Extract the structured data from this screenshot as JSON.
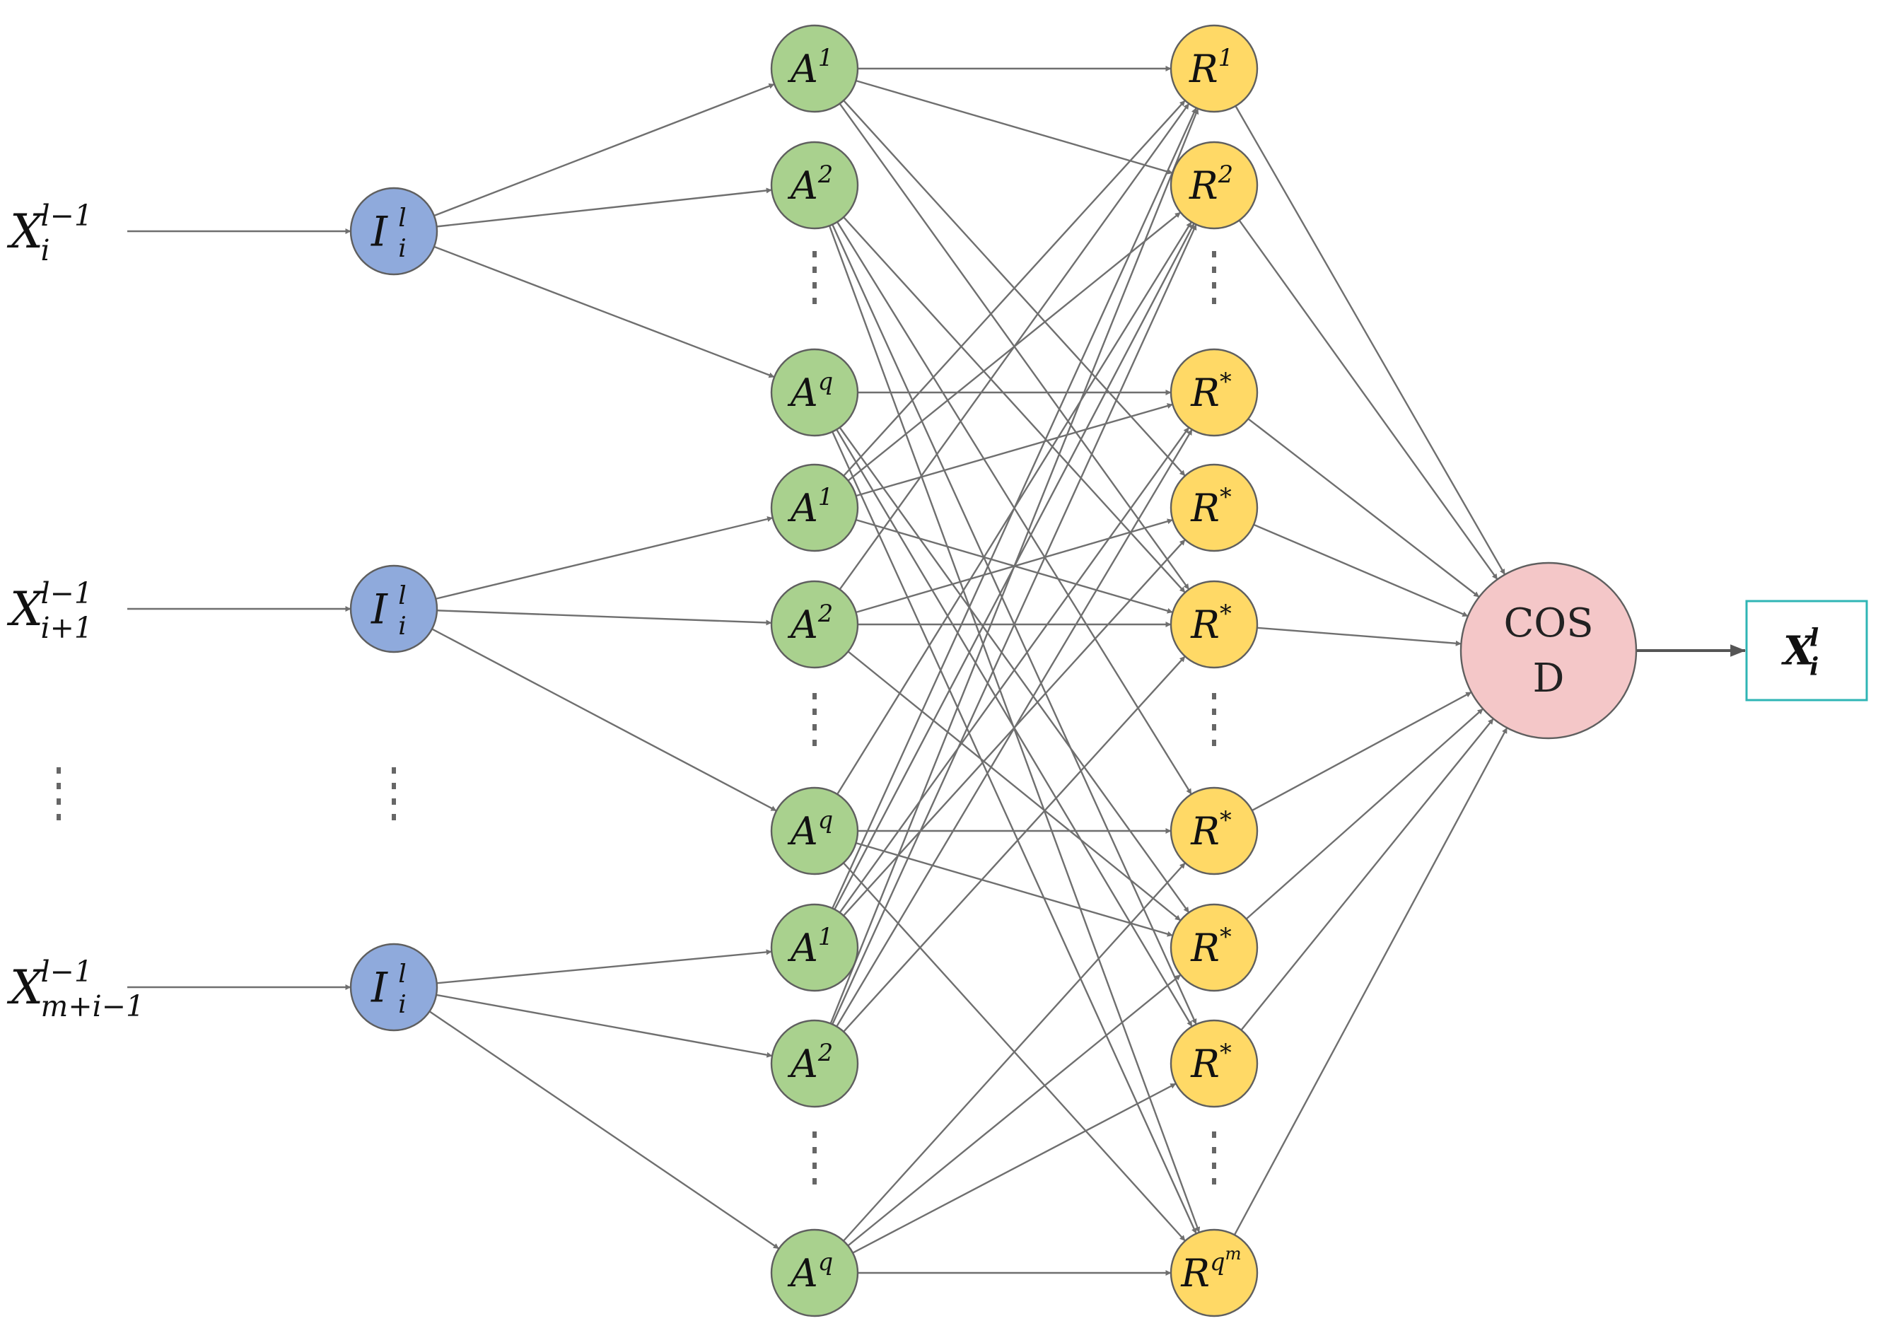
{
  "colors": {
    "input_node": "#8faadc",
    "a_node": "#a9d18e",
    "r_node": "#ffd966",
    "cosd_node": "#f4c7c8",
    "output_border": "#2fb5b5",
    "edge": "#6f6f6f"
  },
  "inputs": [
    {
      "base": "X",
      "sup": "l−1",
      "sub": "i"
    },
    {
      "base": "X",
      "sup": "l−1",
      "sub": "i+1"
    },
    {
      "base": "X",
      "sup": "l−1",
      "sub": "m+i−1"
    }
  ],
  "i_nodes": [
    {
      "base": "I",
      "sup": "l",
      "sub": "i"
    },
    {
      "base": "I",
      "sup": "l",
      "sub": "i"
    },
    {
      "base": "I",
      "sup": "l",
      "sub": "i"
    }
  ],
  "a_nodes": [
    {
      "base": "A",
      "sup": "1"
    },
    {
      "base": "A",
      "sup": "2"
    },
    {
      "base": "A",
      "sup": "q"
    },
    {
      "base": "A",
      "sup": "1"
    },
    {
      "base": "A",
      "sup": "2"
    },
    {
      "base": "A",
      "sup": "q"
    },
    {
      "base": "A",
      "sup": "1"
    },
    {
      "base": "A",
      "sup": "2"
    },
    {
      "base": "A",
      "sup": "q"
    }
  ],
  "r_nodes": [
    {
      "base": "R",
      "sup": "1"
    },
    {
      "base": "R",
      "sup": "2"
    },
    {
      "base": "R",
      "sup": "*"
    },
    {
      "base": "R",
      "sup": "*"
    },
    {
      "base": "R",
      "sup": "*"
    },
    {
      "base": "R",
      "sup": "*"
    },
    {
      "base": "R",
      "sup": "*"
    },
    {
      "base": "R",
      "sup": "*"
    },
    {
      "base": "R",
      "sup": "q",
      "supsup": "m"
    }
  ],
  "cosd": {
    "line1": "COS",
    "line2": "D"
  },
  "output": {
    "base": "X",
    "sup": "l",
    "sub": "i"
  }
}
